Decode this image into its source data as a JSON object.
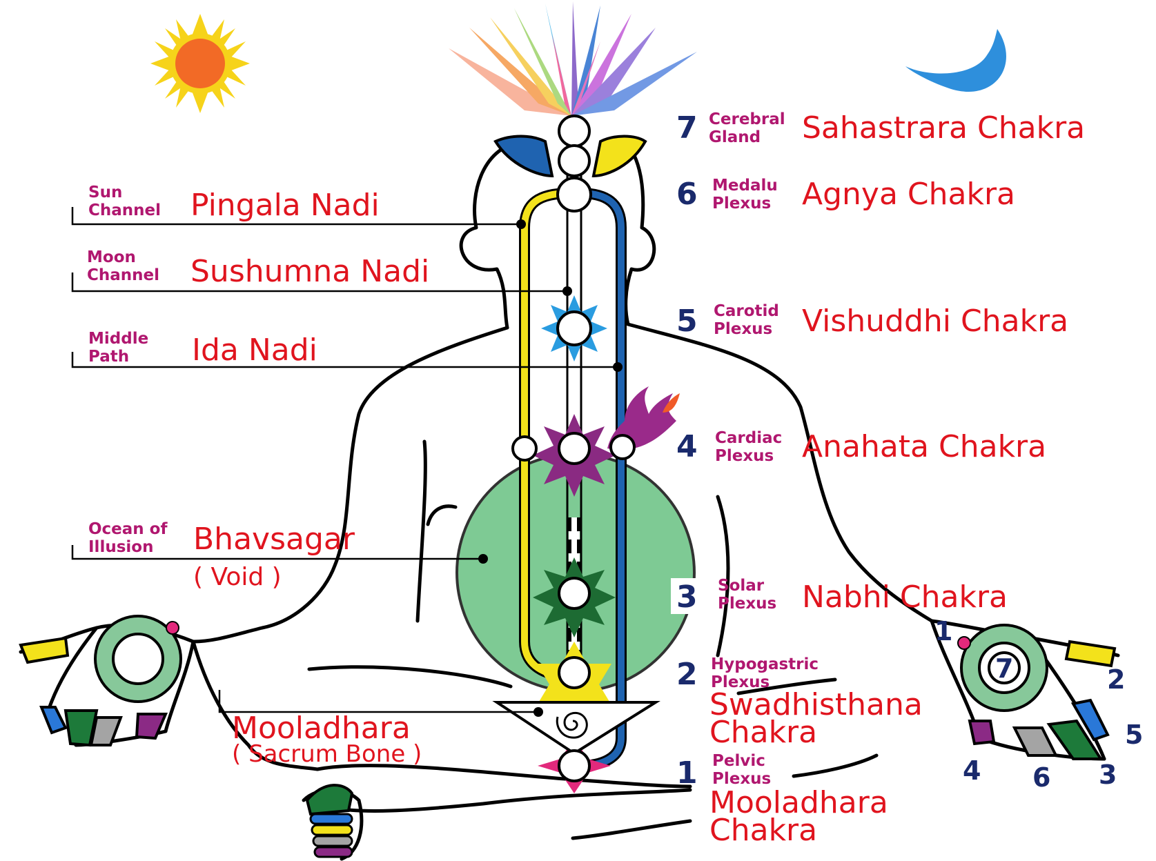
{
  "colors": {
    "label_magenta": "#b0176f",
    "title_red": "#e0141e",
    "number_navy": "#1a2a6c",
    "pingala_yellow": "#f3e21b",
    "ida_blue": "#1f63b0",
    "void_green": "#5fbd7a"
  },
  "icons": [
    "sun-icon",
    "moon-icon",
    "lotus-icon",
    "flame-icon",
    "spiral-icon"
  ],
  "chakras": [
    {
      "num": "7",
      "plexus1": "Cerebral",
      "plexus2": "Gland",
      "name1": "Sahastrara Chakra",
      "name2": ""
    },
    {
      "num": "6",
      "plexus1": "Medalu",
      "plexus2": "Plexus",
      "name1": "Agnya Chakra",
      "name2": ""
    },
    {
      "num": "5",
      "plexus1": "Carotid",
      "plexus2": "Plexus",
      "name1": "Vishuddhi Chakra",
      "name2": ""
    },
    {
      "num": "4",
      "plexus1": "Cardiac",
      "plexus2": "Plexus",
      "name1": "Anahata Chakra",
      "name2": ""
    },
    {
      "num": "3",
      "plexus1": "Solar",
      "plexus2": "Plexus",
      "name1": "Nabhi Chakra",
      "name2": ""
    },
    {
      "num": "2",
      "plexus1": "Hypogastric",
      "plexus2": "Plexus",
      "name1": "Swadhisthana",
      "name2": "Chakra"
    },
    {
      "num": "1",
      "plexus1": "Pelvic",
      "plexus2": "Plexus",
      "name1": "Mooladhara",
      "name2": "Chakra"
    }
  ],
  "nadis": [
    {
      "sub1": "Sun",
      "sub2": "Channel",
      "name": "Pingala Nadi"
    },
    {
      "sub1": "Moon",
      "sub2": "Channel",
      "name": "Sushumna Nadi"
    },
    {
      "sub1": "Middle",
      "sub2": "Path",
      "name": "Ida Nadi"
    }
  ],
  "bhavsagar": {
    "sub1": "Ocean of",
    "sub2": "Illusion",
    "name": "Bhavsagar",
    "note": "( Void  )"
  },
  "sacrum": {
    "name": "Mooladhara",
    "note": "( Sacrum Bone )"
  },
  "right_hand_numbers": [
    "1",
    "7",
    "2",
    "5",
    "3",
    "6",
    "4"
  ]
}
